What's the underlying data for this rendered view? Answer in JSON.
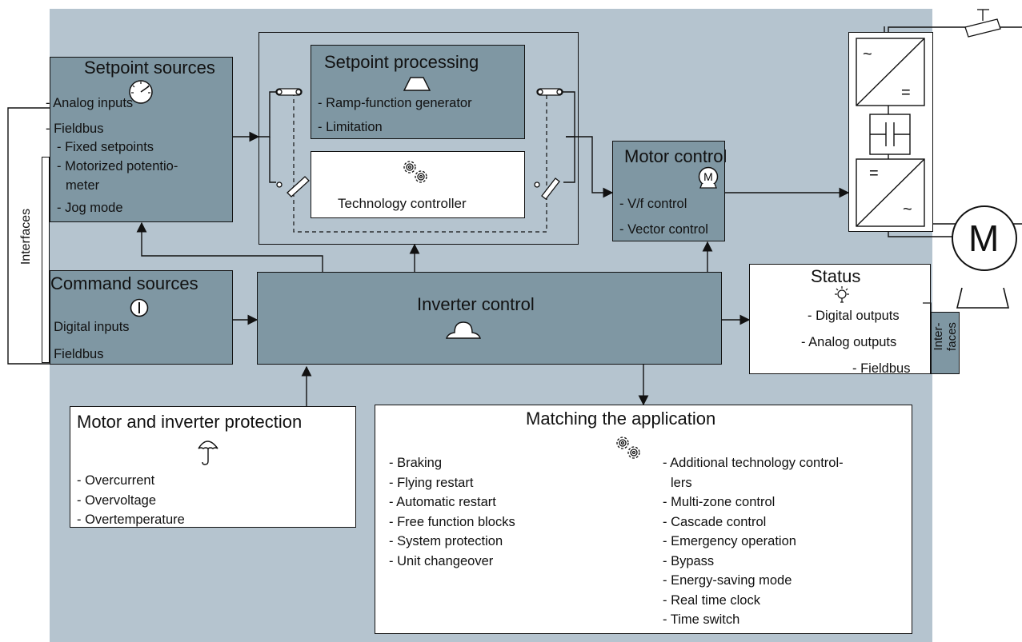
{
  "setpoint_sources": {
    "title": "Setpoint sources",
    "items": [
      "- Analog inputs",
      "- Fieldbus",
      "- Fixed setpoints",
      "- Motorized potentio-",
      "meter",
      "- Jog mode"
    ]
  },
  "interfaces_left": "Interfaces",
  "setpoint_processing": {
    "title": "Setpoint processing",
    "items": [
      "- Ramp-function generator",
      "- Limitation"
    ]
  },
  "technology_controller": {
    "label": "Technology controller"
  },
  "motor_control": {
    "title": "Motor control",
    "items": [
      "- V/f control",
      "- Vector control"
    ]
  },
  "command_sources": {
    "title": "Command sources",
    "items": [
      "- Digital inputs",
      "- Fieldbus"
    ]
  },
  "inverter_control": {
    "title": "Inverter control"
  },
  "status": {
    "title": "Status",
    "items": [
      "- Digital outputs",
      "- Analog outputs",
      "- Fieldbus"
    ],
    "interfaces": [
      "Inter-",
      "faces"
    ]
  },
  "protection": {
    "title": "Motor and inverter protection",
    "items": [
      "- Overcurrent",
      "- Overvoltage",
      "- Overtemperature"
    ]
  },
  "matching": {
    "title": "Matching the application",
    "left_items": [
      "- Braking",
      "- Flying restart",
      "- Automatic restart",
      "- Free function blocks",
      "- System protection",
      "- Unit changeover"
    ],
    "right_items": [
      "- Additional technology control-",
      "lers",
      "- Multi-zone control",
      "- Cascade control",
      "- Emergency operation",
      "- Bypass",
      "- Energy-saving mode",
      "- Real time clock",
      "- Time switch"
    ]
  },
  "power_unit": {
    "rectifier_ac": "~",
    "rectifier_dc": "=",
    "inverter_dc": "=",
    "inverter_ac": "~"
  },
  "motor_symbol": "M",
  "motor_icon_letter": "M",
  "colors": {
    "background": "#b5c4cf",
    "dark_box": "#7f97a3",
    "white_box": "#ffffff"
  },
  "icons": [
    "dial-icon",
    "trapezoid-icon",
    "gears-icon",
    "motor-icon",
    "power-button-icon",
    "dome-icon",
    "lightbulb-icon",
    "umbrella-icon",
    "switch-icon"
  ]
}
